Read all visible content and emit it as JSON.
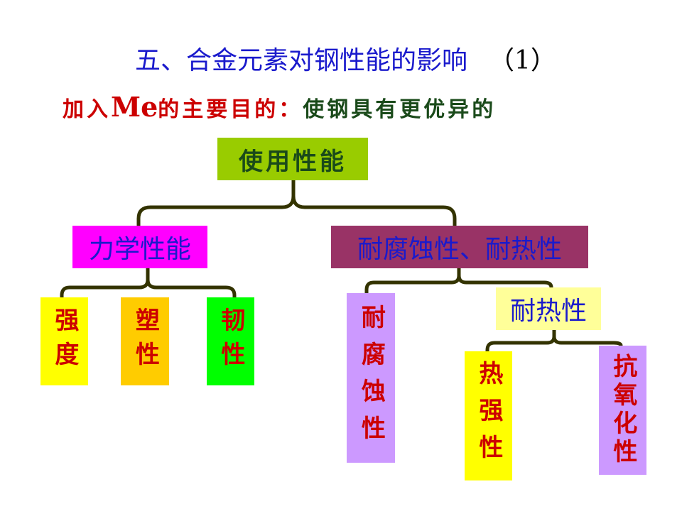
{
  "title": {
    "main": "五、合金元素对钢性能的影响",
    "number": "（1）"
  },
  "subtitle": {
    "prefix1": "加入",
    "me": "Me",
    "prefix2": "的主要目的：",
    "suffix": "使钢具有更优异的"
  },
  "root": {
    "label": "使用性能",
    "color": "#99cc00"
  },
  "mechanical": {
    "label": "力学性能",
    "color": "#ff00ff",
    "children": [
      {
        "label": "强度",
        "color": "#ffff00"
      },
      {
        "label": "塑性",
        "color": "#ffcc00"
      },
      {
        "label": "韧性",
        "color": "#00ff00"
      }
    ]
  },
  "resistance": {
    "label": "耐腐蚀性、耐热性",
    "color": "#993366"
  },
  "corrosion": {
    "label": "耐腐蚀性",
    "color": "#cc99ff"
  },
  "heat": {
    "label": "耐热性",
    "color": "#ffff99",
    "children": [
      {
        "label": "热强性",
        "color": "#ffff00"
      },
      {
        "label": "抗氧化性",
        "color": "#cc99ff"
      }
    ]
  }
}
